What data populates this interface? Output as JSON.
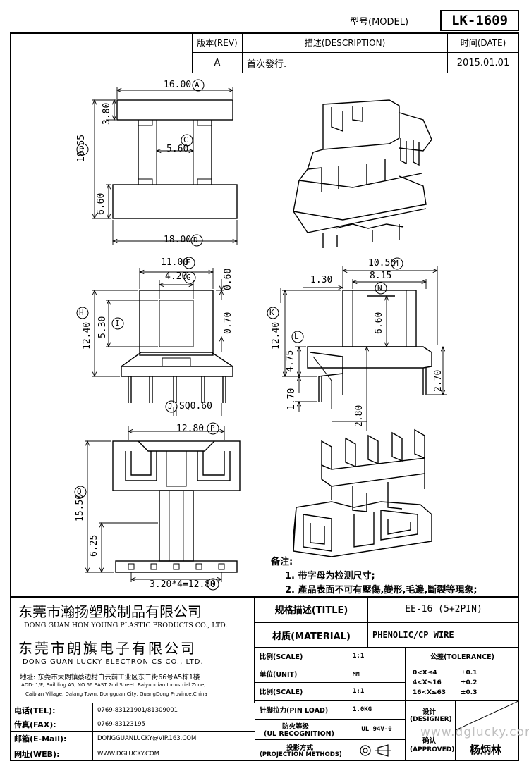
{
  "header": {
    "model_label": "型号(MODEL)",
    "model_value": "LK-1609"
  },
  "revision": {
    "rev_label": "版本(REV)",
    "desc_label": "描述(DESCRIPTION)",
    "date_label": "时间(DATE)",
    "rev": "A",
    "desc": "首次發行.",
    "date": "2015.01.01"
  },
  "dims": {
    "a": "16.00",
    "a_tag": "A",
    "b": "18.55",
    "b_tag": "B",
    "c": "5.60",
    "c_tag": "C",
    "d": "18.00",
    "d_tag": "D",
    "top_h": "3.80",
    "base_h": "6.60",
    "f": "11.00",
    "f_tag": "F",
    "g": "4.20",
    "g_tag": "G",
    "h": "12.40",
    "h_tag": "H",
    "i": "5.30",
    "i_tag": "I",
    "j": "SQ0.60",
    "j_tag": "J",
    "v060": "0.60",
    "v070": "0.70",
    "v170": "1.70",
    "m": "10.55",
    "m_tag": "M",
    "n": "8.15",
    "n_tag": "N",
    "k": "12.40",
    "k_tag": "K",
    "l": "4.75",
    "l_tag": "L",
    "v130": "1.30",
    "v660": "6.60",
    "v280": "2.80",
    "v270": "2.70",
    "p": "12.80",
    "p_tag": "P",
    "q": "15.50",
    "q_tag": "Q",
    "v625": "6.25",
    "pitch": "3.20*4=12.80",
    "pitch_tag": "R"
  },
  "notes": {
    "title": "备注:",
    "n1": "1. 带字母为检测尺寸;",
    "n2": "2. 產品表面不可有壓傷,變形,毛邊,斷裂等現象;"
  },
  "company": {
    "cn1": "东莞市瀚扬塑胶制品有限公司",
    "en1": "DONG GUAN HON YOUNG PLASTIC PRODUCTS CO., LTD.",
    "cn2": "东莞市朗旗电子有限公司",
    "en2": "DONG GUAN LUCKY ELECTRONICS CO., LTD.",
    "addr_cn": "地址: 东莞市大朗镇蔡边村白云前工业区东二街66号A5栋1楼",
    "addr_en1": "ADD: 1/F, Building A5, NO.66 EAST 2nd Street, Baiyunqian Industrial Zone,",
    "addr_en2": "Caibian Village, Dalang Town, Dongguan City, GuangDong Province,China"
  },
  "contact": {
    "tel_label": "电话(TEL):",
    "tel": "0769-83121901/81309001",
    "fax_label": "传真(FAX):",
    "fax": "0769-83123195",
    "mail_label": "邮箱(E-Mail):",
    "mail": "DONGGUANLUCKY@VIP.163.COM",
    "web_label": "网址(WEB):",
    "web": "WWW.DGLUCKY.COM"
  },
  "spec": {
    "title_label": "规格描述(TITLE)",
    "title_value": "EE-16 (5+2PIN)",
    "material_label": "材质(MATERIAL)",
    "material_value": "PHENOLIC/CP WIRE",
    "scale_label": "比例(SCALE)",
    "scale_value": "1:1",
    "unit_label": "单位(UNIT)",
    "unit_value": "MM",
    "scale2_label": "比例(SCALE)",
    "scale2_value": "1:1",
    "pin_label": "针脚拉力(PIN LOAD)",
    "pin_value": "1.0KG",
    "ul_label1": "防火等级",
    "ul_label2": "(UL RECOGNITION)",
    "ul_value": "UL 94V-0",
    "proj_label1": "投影方式",
    "proj_label2": "(PROJECTION METHODS)",
    "tol_label": "公差(TOLERANCE)",
    "tol1": "0<X≤4",
    "tol1v": "±0.1",
    "tol2": "4<X≤16",
    "tol2v": "±0.2",
    "tol3": "16<X≤63",
    "tol3v": "±0.3",
    "designer_label1": "设计",
    "designer_label2": "(DESIGNER)",
    "approved_label1": "确认",
    "approved_label2": "(APPROVED)",
    "approver": "杨炳林",
    "watermark": "www.dglucky.com"
  }
}
